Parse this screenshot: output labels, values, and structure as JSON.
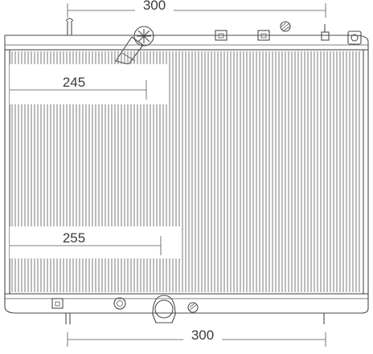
{
  "dimensions": {
    "top_width": "300",
    "core_upper": "245",
    "core_lower": "255",
    "bottom_width": "300"
  },
  "components": {
    "filler_cap": "filler-cap-icon",
    "upper_mount_pins": 4,
    "lower_mount_pins": 2,
    "drain_plug": "drain-plug-icon"
  },
  "colors": {
    "line": "#4a4a4a",
    "fin": "#6a6a6a",
    "text": "#3a3a3a",
    "background": "#ffffff"
  }
}
